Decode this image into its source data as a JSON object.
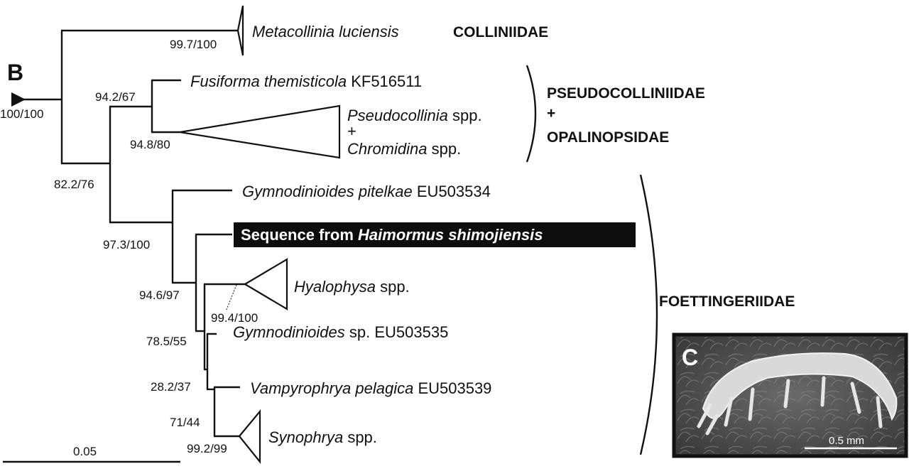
{
  "panel_b_label": "B",
  "panel_c_label": "C",
  "scale": {
    "value": "0.05"
  },
  "root_support": "100/100",
  "taxa": {
    "metacollinia": {
      "name": "Metacollinia luciensis",
      "accession": ""
    },
    "fusiforma": {
      "name": "Fusiforma themisticola",
      "accession": "KF516511"
    },
    "pseudocollinia": {
      "name": "Pseudocollinia",
      "suffix": "spp."
    },
    "plus": "+",
    "chromidina": {
      "name": "Chromidina",
      "suffix": "spp."
    },
    "gymno_pitelkae": {
      "name": "Gymnodinioides pitelkae",
      "accession": "EU503534"
    },
    "haimormus": {
      "prefix": "Sequence from ",
      "name": "Haimormus shimojiensis"
    },
    "hyalophysa": {
      "name": "Hyalophysa",
      "suffix": "spp."
    },
    "gymno_sp": {
      "name": "Gymnodinioides",
      "suffix": "sp. EU503535"
    },
    "vampyrophrya": {
      "name": "Vampyrophrya pelagica",
      "accession": "EU503539"
    },
    "synophrya": {
      "name": "Synophrya",
      "suffix": "spp."
    }
  },
  "supports": {
    "metacollinia": "99.7/100",
    "fusiforma_node": "94.2/67",
    "pseudo_node": "94.8/80",
    "pseudo_fam_node": "82.2/76",
    "foett_node": "97.3/100",
    "haimormus_node": "94.6/97",
    "hyalophysa": "99.4/100",
    "gymno_sp_node": "78.5/55",
    "vampy_node": "28.2/37",
    "syno_node": "71/44",
    "synophrya": "99.2/99"
  },
  "families": {
    "colliniidae": "COLLINIIDAE",
    "pseudo_line1": "PSEUDOCOLLINIIDAE",
    "pseudo_line2": "+",
    "pseudo_line3": "OPALINOPSIDAE",
    "foettingeriidae": "FOETTINGERIIDAE"
  },
  "photo": {
    "scale_label": "0.5 mm"
  }
}
